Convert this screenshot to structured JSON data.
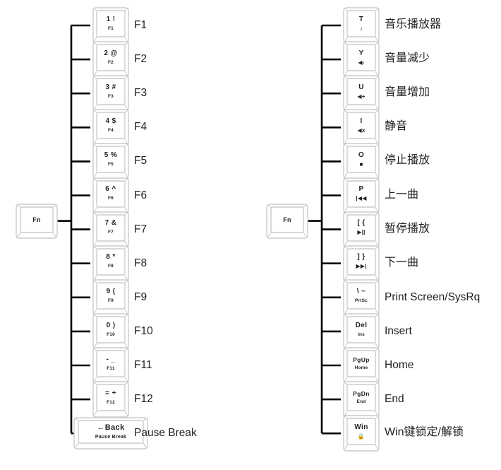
{
  "document": {
    "title": "Fn key combination reference",
    "background_color": "#ffffff",
    "line_color": "#000000",
    "text_color": "#231f20",
    "keycap_outline_color": "#c9cccf"
  },
  "columns": [
    {
      "id": "left",
      "source_key": {
        "label": "Fn",
        "name": "fn-key"
      },
      "rows": [
        {
          "key_top": "1 !",
          "key_bottom": "F1",
          "label": "F1"
        },
        {
          "key_top": "2 @",
          "key_bottom": "F2",
          "label": "F2"
        },
        {
          "key_top": "3 #",
          "key_bottom": "F3",
          "label": "F3"
        },
        {
          "key_top": "4 $",
          "key_bottom": "F4",
          "label": "F4"
        },
        {
          "key_top": "5 %",
          "key_bottom": "F5",
          "label": "F5"
        },
        {
          "key_top": "6 ^",
          "key_bottom": "F6",
          "label": "F6"
        },
        {
          "key_top": "7 &",
          "key_bottom": "F7",
          "label": "F7"
        },
        {
          "key_top": "8 *",
          "key_bottom": "F8",
          "label": "F8"
        },
        {
          "key_top": "9 (",
          "key_bottom": "F9",
          "label": "F9"
        },
        {
          "key_top": "0 )",
          "key_bottom": "F10",
          "label": "F10"
        },
        {
          "key_top": "- _",
          "key_bottom": "F11",
          "label": "F11"
        },
        {
          "key_top": "= +",
          "key_bottom": "F12",
          "label": "F12"
        },
        {
          "key_top": "←Back",
          "key_bottom": "Pause Break",
          "label": "Pause Break",
          "wide": true
        }
      ]
    },
    {
      "id": "right",
      "source_key": {
        "label": "Fn",
        "name": "fn-key"
      },
      "rows": [
        {
          "key_top": "T",
          "key_bottom": "♪",
          "glyph": "music-note-icon",
          "label": "音乐播放器"
        },
        {
          "key_top": "Y",
          "key_bottom": "◀-",
          "glyph": "volume-down-icon",
          "label": "音量减少"
        },
        {
          "key_top": "U",
          "key_bottom": "◀+",
          "glyph": "volume-up-icon",
          "label": "音量增加"
        },
        {
          "key_top": "I",
          "key_bottom": "◀x",
          "glyph": "mute-icon",
          "label": "静音"
        },
        {
          "key_top": "O",
          "key_bottom": "■",
          "glyph": "stop-icon",
          "label": "停止播放"
        },
        {
          "key_top": "P",
          "key_bottom": "|◀◀",
          "glyph": "previous-track-icon",
          "label": "上一曲"
        },
        {
          "key_top": "[ {",
          "key_bottom": "▶||",
          "glyph": "play-pause-icon",
          "label": "暂停播放"
        },
        {
          "key_top": "] }",
          "key_bottom": "▶▶|",
          "glyph": "next-track-icon",
          "label": "下一曲"
        },
        {
          "key_top": "\\ ~",
          "key_bottom": "PrtSc",
          "label": "Print Screen/SysRq"
        },
        {
          "key_top": "Del",
          "key_bottom": "Ins",
          "label": "Insert"
        },
        {
          "key_top": "PgUp",
          "key_bottom": "Home",
          "label": "Home"
        },
        {
          "key_top": "PgDn",
          "key_bottom": "End",
          "label": "End"
        },
        {
          "key_top": "Win",
          "key_bottom": "🔒",
          "glyph": "lock-icon",
          "label": "Win键锁定/解锁"
        }
      ]
    }
  ]
}
